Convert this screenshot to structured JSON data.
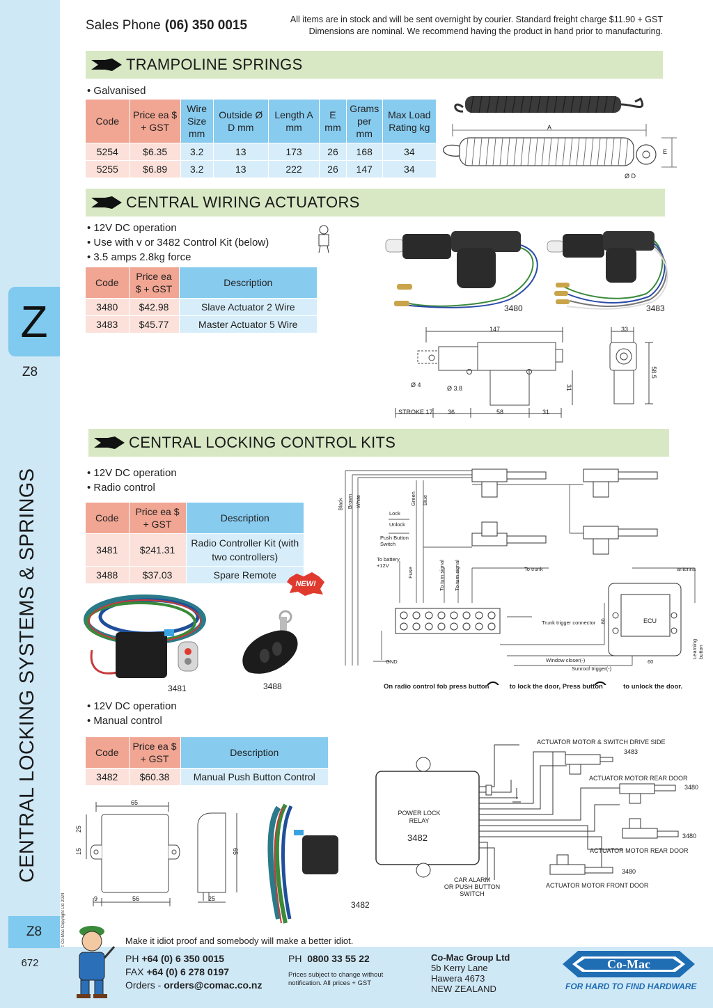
{
  "header": {
    "sales_phone_label": "Sales Phone",
    "sales_phone": "(06) 350 0015",
    "note_line1": "All items are in stock and will be sent overnight by courier. Standard freight charge $11.90 + GST",
    "note_line2": "Dimensions are nominal. We recommend having the product in hand prior to manufacturing."
  },
  "sidebar": {
    "tab_letter": "Z",
    "tab_code": "Z8",
    "vertical_title": "CENTRAL LOCKING SYSTEMS & SPRINGS",
    "bottom_code": "Z8",
    "page_number": "672",
    "copyright": "© Co-Mac Copyright Ltd 2024"
  },
  "springs": {
    "title": "TRAMPOLINE SPRINGS",
    "bullet": "• Galvanised",
    "headers": [
      "Code",
      "Price ea $ + GST",
      "Wire Size mm",
      "Outside Ø D mm",
      "Length A mm",
      "E mm",
      "Grams per mm",
      "Max Load Rating kg"
    ],
    "rows": [
      [
        "5254",
        "$6.35",
        "3.2",
        "13",
        "173",
        "26",
        "168",
        "34"
      ],
      [
        "5255",
        "$6.89",
        "3.2",
        "13",
        "222",
        "26",
        "147",
        "34"
      ]
    ],
    "dim_a": "A",
    "dim_e": "E",
    "dim_d": "Ø D"
  },
  "actuators": {
    "title": "CENTRAL WIRING ACTUATORS",
    "bullets": [
      "• 12V DC operation",
      "• Use with v or 3482 Control Kit (below)",
      "• 3.5 amps 2.8kg force"
    ],
    "headers": [
      "Code",
      "Price ea $ + GST",
      "Description"
    ],
    "rows": [
      [
        "3480",
        "$42.98",
        "Slave Actuator 2 Wire"
      ],
      [
        "3483",
        "$45.77",
        "Master Actuator 5 Wire"
      ]
    ],
    "photo_labels": [
      "3480",
      "3483"
    ],
    "dims": {
      "d147": "147",
      "d33": "33",
      "d58_5": "58.5",
      "d4": "Ø 4",
      "d3_8": "Ø 3.8",
      "d31a": "31",
      "stroke": "STROKE 17",
      "d36": "36",
      "d58": "58",
      "d31b": "31"
    }
  },
  "control_kits": {
    "title": "CENTRAL LOCKING CONTROL KITS",
    "radio_bullets": [
      "• 12V DC operation",
      "• Radio control"
    ],
    "headers": [
      "Code",
      "Price ea $ + GST",
      "Description"
    ],
    "radio_rows": [
      [
        "3481",
        "$241.31",
        "Radio Controller Kit (with two controllers)"
      ],
      [
        "3488",
        "$37.03",
        "Spare Remote"
      ]
    ],
    "new_badge": "NEW!",
    "photo_labels": [
      "3481",
      "3488"
    ],
    "manual_bullets": [
      "• 12V DC operation",
      "• Manual control"
    ],
    "manual_rows": [
      [
        "3482",
        "$60.38",
        "Manual Push Button Control"
      ]
    ],
    "manual_photo_label": "3482",
    "wiring_caption_1": "On radio control fob press button",
    "wiring_caption_2": "to lock the door, Press button",
    "wiring_caption_3": "to unlock the door.",
    "wiring_labels": {
      "black": "Black",
      "brown": "Brown",
      "white": "White",
      "green": "Green",
      "blue": "Blue",
      "lock": "Lock",
      "unlock": "Unlock",
      "push": "Push Button Switch",
      "battery": "To battery +12V",
      "fuse": "Fuse",
      "turn1": "To turn signal",
      "turn2": "To turn signal",
      "trunk": "To trunk",
      "antenna": "antenna",
      "ecu": "ECU",
      "trunk_conn": "Trunk trigger connector",
      "window": "Window closer(-)",
      "sunroof": "Sunroof trigger(-)",
      "gnd": "GND",
      "learning": "Learning button",
      "d80": "80",
      "d60": "60"
    },
    "relay_labels": {
      "relay": "POWER LOCK RELAY",
      "code": "3482",
      "car_alarm": "CAR ALARM",
      "or_push": "OR PUSH BUTTON SWITCH",
      "drive_side": "ACTUATOR MOTOR & SWITCH DRIVE SIDE",
      "rear1": "ACTUATOR MOTOR REAR DOOR",
      "rear2": "ACTUATOR MOTOR REAR DOOR",
      "front": "ACTUATOR MOTOR FRONT DOOR",
      "c3483": "3483",
      "c3480a": "3480",
      "c3480b": "3480",
      "c3480c": "3480"
    },
    "box_dims": {
      "d65": "65",
      "d25": "25",
      "d15": "15",
      "d9": "9",
      "d56": "56",
      "d65v": "65",
      "d25b": "25"
    }
  },
  "footer": {
    "motto": "Make it idiot proof and somebody will make a better idiot.",
    "ph_label": "PH",
    "ph": "+64 (0) 6 350 0015",
    "fax_label": "FAX",
    "fax": "+64 (0) 6 278 0197",
    "orders_label": "Orders -",
    "orders": "orders@comac.co.nz",
    "ph2_label": "PH",
    "ph2": "0800 33 55 22",
    "disclaimer_1": "Prices subject to change without",
    "disclaimer_2": "notification. All prices + GST",
    "company": "Co-Mac Group Ltd",
    "address_1": "5b Kerry Lane",
    "address_2": "Hawera 4673",
    "address_3": "NEW ZEALAND",
    "brand": "Co-Mac",
    "tagline": "FOR HARD TO FIND HARDWARE",
    "colors": {
      "brand_blue": "#1f6db3",
      "sky": "#cfe8f6",
      "tab": "#7fcaee",
      "section": "#d8e8c4"
    }
  }
}
